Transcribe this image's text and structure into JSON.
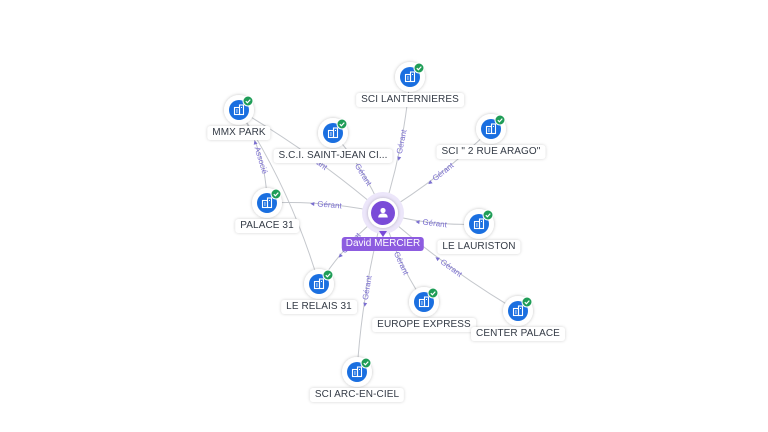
{
  "colors": {
    "edge": "#c4c7cc",
    "edge_label": "#7b6fd0",
    "company_fill": "#1a6fe0",
    "check_fill": "#1f9d57",
    "person_fill": "#7a4bd8",
    "person_halo": "#ece6fa"
  },
  "person": {
    "name": "David MERCIER",
    "icon": "person-icon"
  },
  "companies": [
    {
      "id": "lanternieres",
      "name": "SCI LANTERNIERES",
      "icon": "building-icon",
      "badge": "check-icon"
    },
    {
      "id": "mmx",
      "name": "MMX PARK",
      "icon": "building-icon",
      "badge": "check-icon"
    },
    {
      "id": "saintjean",
      "name": "S.C.I. SAINT-JEAN CI...",
      "icon": "building-icon",
      "badge": "check-icon"
    },
    {
      "id": "arago",
      "name": "SCI \" 2 RUE ARAGO\"",
      "icon": "building-icon",
      "badge": "check-icon"
    },
    {
      "id": "palace31",
      "name": "PALACE 31",
      "icon": "building-icon",
      "badge": "check-icon"
    },
    {
      "id": "lauriston",
      "name": "LE LAURISTON",
      "icon": "building-icon",
      "badge": "check-icon"
    },
    {
      "id": "relais",
      "name": "LE RELAIS 31",
      "icon": "building-icon",
      "badge": "check-icon"
    },
    {
      "id": "europe",
      "name": "EUROPE EXPRESS",
      "icon": "building-icon",
      "badge": "check-icon"
    },
    {
      "id": "center",
      "name": "CENTER PALACE",
      "icon": "building-icon",
      "badge": "check-icon"
    },
    {
      "id": "arcenciel",
      "name": "SCI ARC-EN-CIEL",
      "icon": "building-icon",
      "badge": "check-icon"
    }
  ],
  "edges": [
    {
      "from": "person",
      "to": "lanternieres",
      "label": "Gérant"
    },
    {
      "from": "person",
      "to": "arago",
      "label": "Gérant"
    },
    {
      "from": "person",
      "to": "saintjean",
      "label": "Gérant"
    },
    {
      "from": "person",
      "to": "mmx",
      "label": "Gérant"
    },
    {
      "from": "person",
      "to": "palace31",
      "label": "Gérant"
    },
    {
      "from": "person",
      "to": "lauriston",
      "label": "Gérant"
    },
    {
      "from": "person",
      "to": "center",
      "label": "Gérant"
    },
    {
      "from": "person",
      "to": "europe",
      "label": "Gérant"
    },
    {
      "from": "person",
      "to": "relais",
      "label": "Gérant"
    },
    {
      "from": "person",
      "to": "arcenciel",
      "label": "Gérant"
    },
    {
      "from": "mmx",
      "to": "palace31",
      "label": "Associé"
    },
    {
      "from": "mmx",
      "to": "relais",
      "label": ""
    }
  ]
}
